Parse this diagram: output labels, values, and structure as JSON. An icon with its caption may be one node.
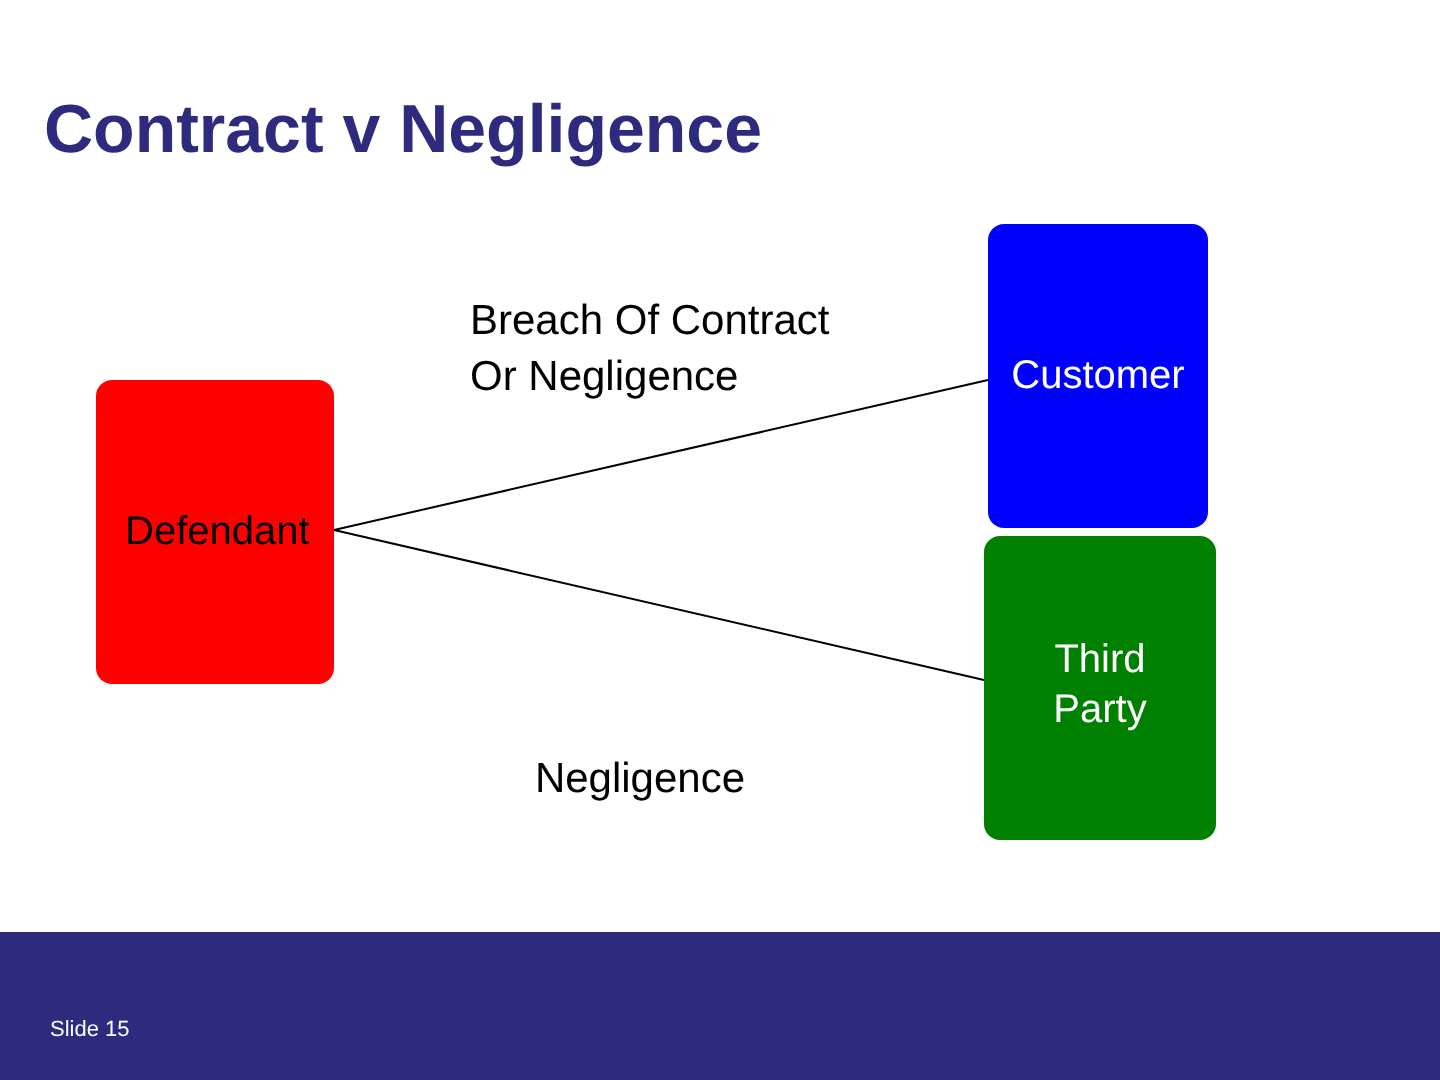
{
  "diagram": {
    "title": "Contract v Negligence",
    "nodes": [
      {
        "text": [
          "Defendant"
        ]
      },
      {
        "text": [
          "Customer"
        ]
      },
      {
        "text": [
          "Third Party"
        ]
      }
    ],
    "edges": [
      {
        "from": 0,
        "to": 1,
        "arrow": "none",
        "label": "Breach Of Contract Or Negligence"
      },
      {
        "from": 0,
        "to": 2,
        "arrow": "none",
        "label": "Negligence"
      }
    ],
    "labels": [
      "Slide 15"
    ]
  }
}
